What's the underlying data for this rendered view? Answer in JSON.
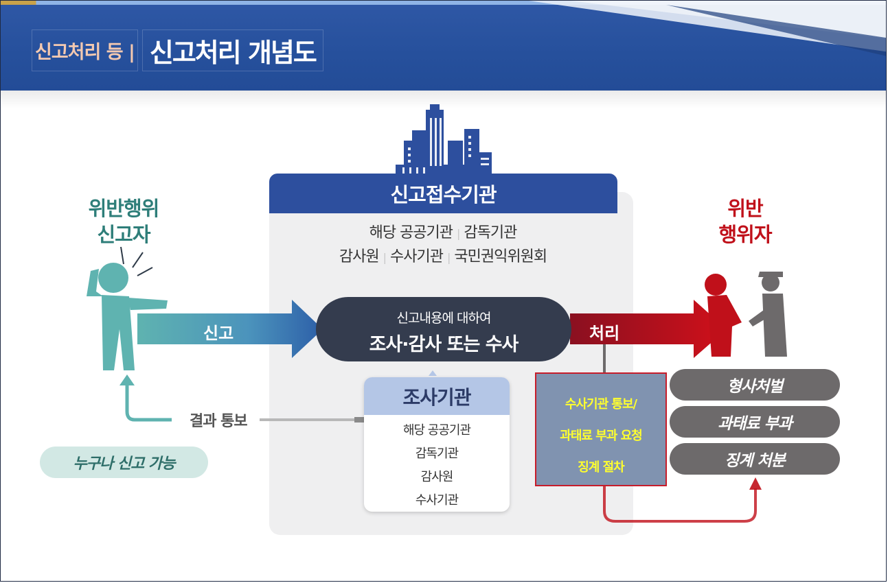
{
  "header": {
    "subtitle": "신고처리 등 |",
    "title": "신고처리 개념도"
  },
  "agency": {
    "title": "신고접수기관",
    "line1": [
      "해당 공공기관",
      "감독기관"
    ],
    "line2": [
      "감사원",
      "수사기관",
      "국민권익위원회"
    ]
  },
  "reporter": {
    "line1": "위반행위",
    "line2": "신고자"
  },
  "violator": {
    "line1": "위반",
    "line2": "행위자"
  },
  "arrows": {
    "report": "신고",
    "process": "처리"
  },
  "investigation": {
    "line1": "신고내용에 대하여",
    "line2": "조사·감사 또는 수사"
  },
  "investigating_agency": {
    "title": "조사기관",
    "items": [
      "해당 공공기관",
      "감독기관",
      "감사원",
      "수사기관"
    ]
  },
  "result_notice": "결과 통보",
  "anyone_can_report": "누구나 신고 가능",
  "notify_box": {
    "lines": [
      "수사기관 통보/",
      "과태료 부과 요청",
      "징계 절차"
    ]
  },
  "penalties": [
    "형사처벌",
    "과태료 부과",
    "징계 처분"
  ],
  "colors": {
    "header_blue": "#2f58a6",
    "reporter_teal": "#5fb3b0",
    "arrow_red": "#c0101a",
    "notify_text": "#ffff2e"
  },
  "icons": [
    "buildings-icon",
    "reporter-person-icon",
    "violator-person-icon",
    "police-officer-icon"
  ]
}
